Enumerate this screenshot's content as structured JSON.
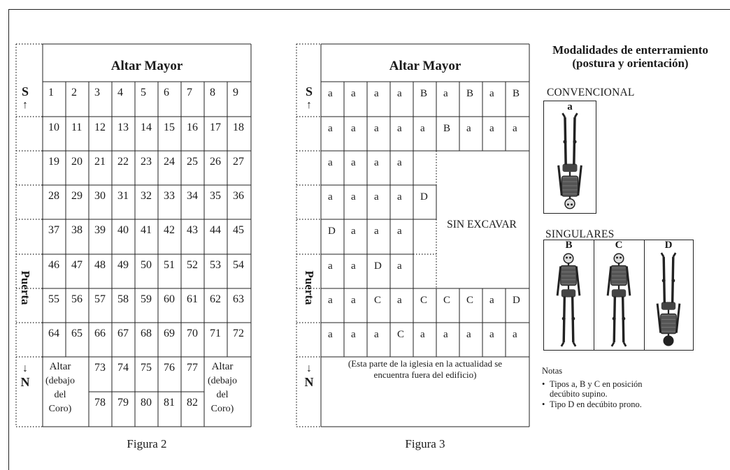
{
  "figure2": {
    "header": "Altar Mayor",
    "south_label": "S",
    "north_label": "N",
    "door_label": "Puerta",
    "rows": [
      [
        "1",
        "2",
        "3",
        "4",
        "5",
        "6",
        "7",
        "8",
        "9"
      ],
      [
        "10",
        "11",
        "12",
        "13",
        "14",
        "15",
        "16",
        "17",
        "18"
      ],
      [
        "19",
        "20",
        "21",
        "22",
        "23",
        "24",
        "25",
        "26",
        "27"
      ],
      [
        "28",
        "29",
        "30",
        "31",
        "32",
        "33",
        "34",
        "35",
        "36"
      ],
      [
        "37",
        "38",
        "39",
        "40",
        "41",
        "42",
        "43",
        "44",
        "45"
      ],
      [
        "46",
        "47",
        "48",
        "49",
        "50",
        "51",
        "52",
        "53",
        "54"
      ],
      [
        "55",
        "56",
        "57",
        "58",
        "59",
        "60",
        "61",
        "62",
        "63"
      ],
      [
        "64",
        "65",
        "66",
        "67",
        "68",
        "69",
        "70",
        "71",
        "72"
      ]
    ],
    "bottom_upper": [
      "73",
      "74",
      "75",
      "76",
      "77"
    ],
    "bottom_lower": [
      "78",
      "79",
      "80",
      "81",
      "82"
    ],
    "altar_left": [
      "Altar",
      "(debajo",
      "del",
      "Coro)"
    ],
    "altar_right": [
      "Altar",
      "(debajo",
      "del",
      "Coro)"
    ],
    "caption": "Figura 2"
  },
  "figure3": {
    "header": "Altar Mayor",
    "south_label": "S",
    "north_label": "N",
    "door_label": "Puerta",
    "rows": [
      [
        "a",
        "a",
        "a",
        "a",
        "B",
        "a",
        "B",
        "a",
        "B"
      ],
      [
        "a",
        "a",
        "a",
        "a",
        "a",
        "B",
        "a",
        "a",
        "a"
      ],
      [
        "a",
        "a",
        "a",
        "a"
      ],
      [
        "a",
        "a",
        "a",
        "a",
        "D"
      ],
      [
        "D",
        "a",
        "a",
        "a"
      ],
      [
        "a",
        "a",
        "D",
        "a"
      ],
      [
        "a",
        "a",
        "C",
        "a",
        "C",
        "C",
        "C",
        "a",
        "D"
      ],
      [
        "a",
        "a",
        "a",
        "C",
        "a",
        "a",
        "a",
        "a",
        "a"
      ]
    ],
    "unexcavated": "SIN EXCAVAR",
    "note_line1": "(Esta parte de la iglesia en la actualidad se",
    "note_line2": "encuentra fuera del edificio)",
    "caption": "Figura 3"
  },
  "legend": {
    "title_line1": "Modalidades de enterramiento",
    "title_line2": "(postura y orientación)",
    "conventional_label": "CONVENCIONAL",
    "conventional_type": "a",
    "singular_label": "SINGULARES",
    "singular_types": [
      "B",
      "C",
      "D"
    ],
    "notes_heading": "Notas",
    "notes": [
      "Tipos a, B y C en posición",
      "decúbito supino.",
      "Tipo D en decúbito prono."
    ]
  }
}
